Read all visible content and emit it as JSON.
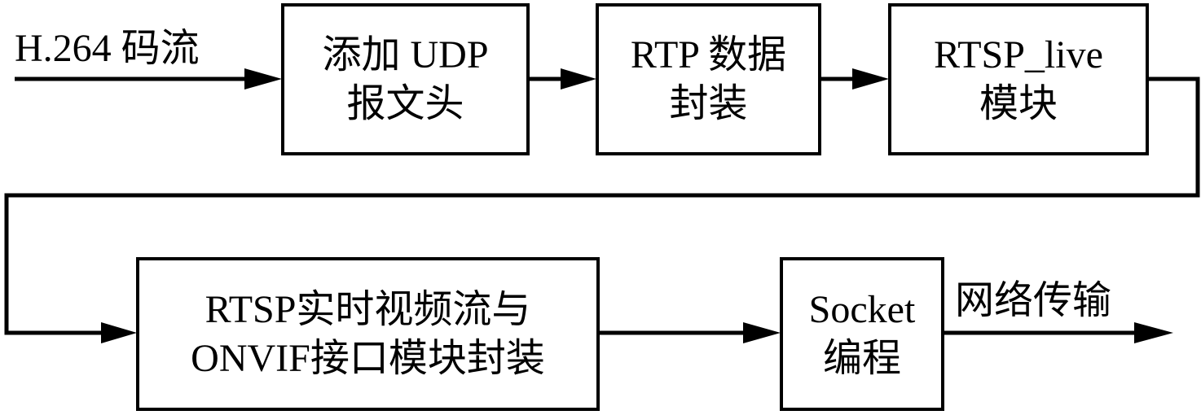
{
  "input_label": "H.264 码流",
  "output_label": "网络传输",
  "blocks": {
    "udp_header": {
      "line1": "添加 UDP",
      "line2": "报文头"
    },
    "rtp_packing": {
      "line1": "RTP 数据",
      "line2": "封装"
    },
    "rtsp_live": {
      "line1": "RTSP_live",
      "line2": "模块"
    },
    "rtsp_onvif": {
      "line1": "RTSP实时视频流与",
      "line2": "ONVIF接口模块封装"
    },
    "socket": {
      "line1": "Socket",
      "line2": "编程"
    }
  },
  "colors": {
    "stroke": "#000000",
    "background": "#ffffff"
  }
}
